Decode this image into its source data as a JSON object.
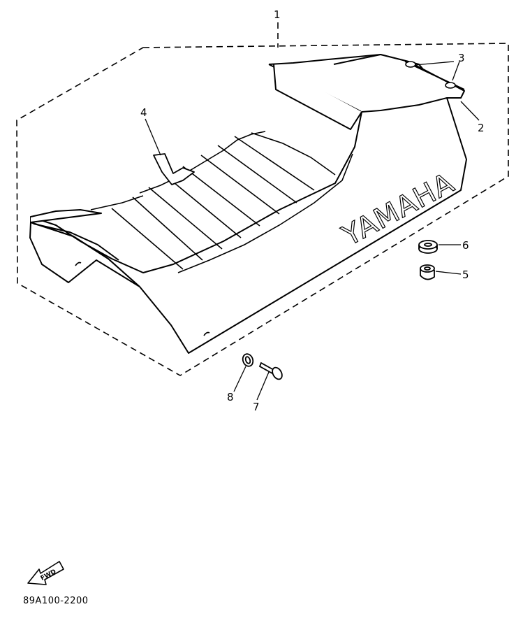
{
  "diagram": {
    "brand_text": "YAMAHA",
    "fwd_label": "FWD",
    "catalog_code": "89A100-2200",
    "callouts": [
      {
        "id": "1",
        "label": "1"
      },
      {
        "id": "2",
        "label": "2"
      },
      {
        "id": "3",
        "label": "3"
      },
      {
        "id": "4",
        "label": "4"
      },
      {
        "id": "5",
        "label": "5"
      },
      {
        "id": "6",
        "label": "6"
      },
      {
        "id": "7",
        "label": "7"
      },
      {
        "id": "8",
        "label": "8"
      }
    ]
  },
  "colors": {
    "ink": "#000000",
    "paper": "#ffffff"
  }
}
